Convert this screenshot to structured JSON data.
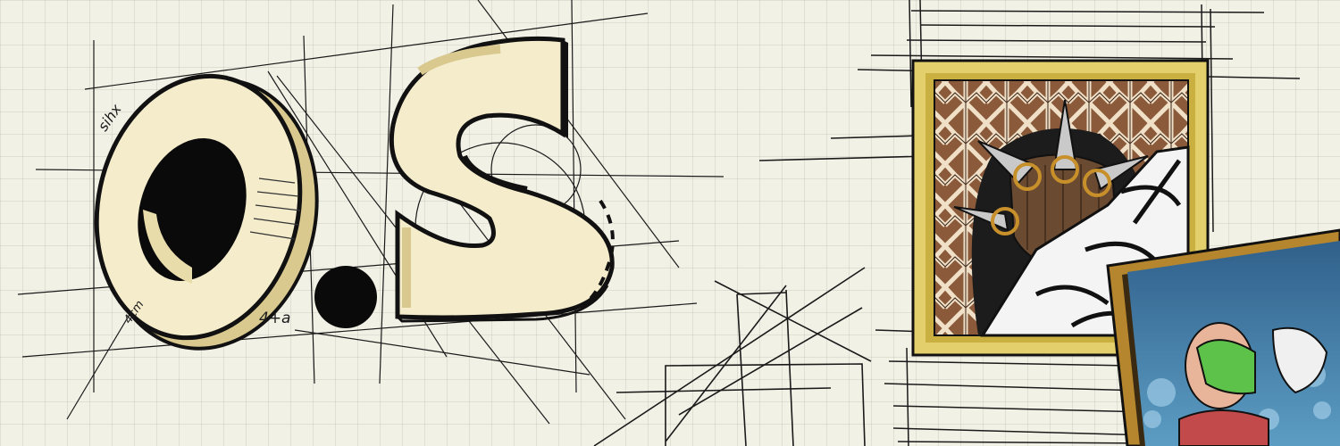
{
  "banner": {
    "logo_letters": [
      "O",
      ".",
      "S"
    ],
    "annotations": {
      "top_left": "sihx",
      "radius": "4cm",
      "formula": "4+a"
    },
    "artworks": [
      {
        "subject": "spiked-mask-figure",
        "frame_color": "#e3cf6b"
      },
      {
        "subject": "melting-face-figure",
        "frame_color": "#b5862e"
      }
    ]
  },
  "colors": {
    "paper": "#f2f1e6",
    "cream": "#f4eccb",
    "shade": "#d9c98f",
    "ink": "#111111"
  }
}
